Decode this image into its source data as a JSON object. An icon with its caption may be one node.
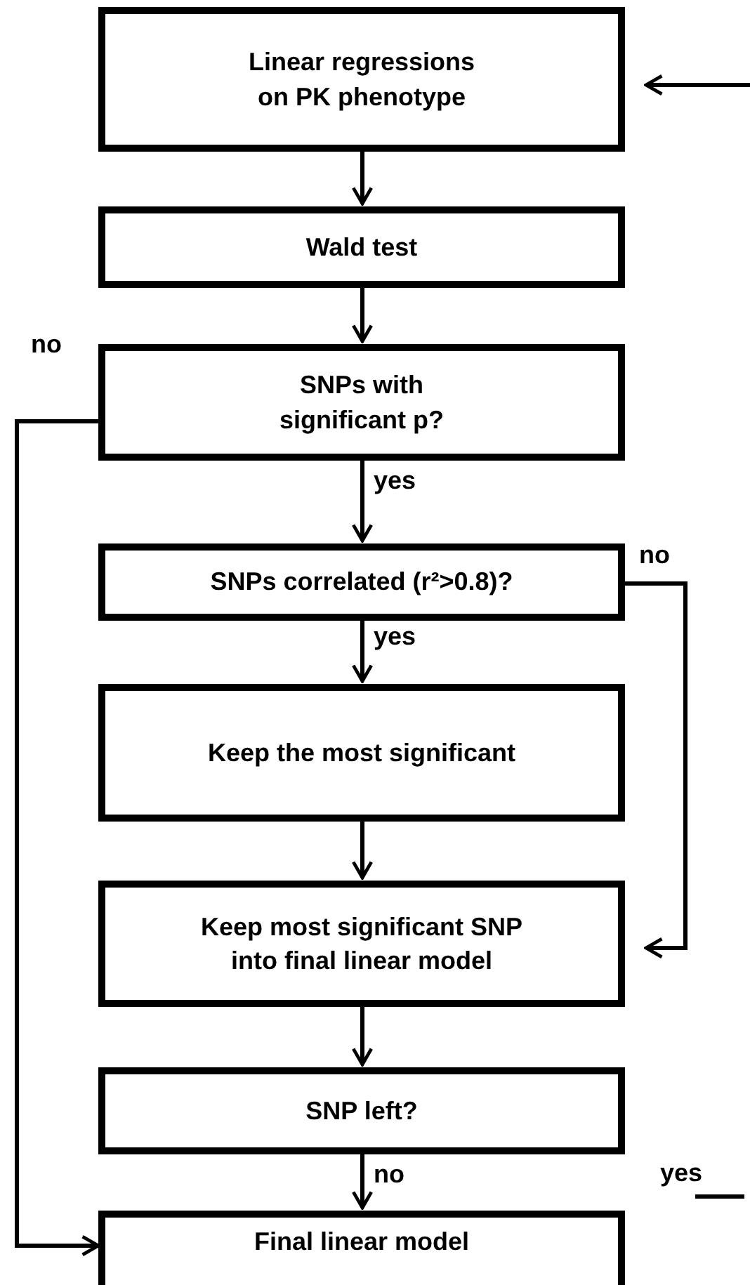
{
  "diagram": {
    "nodes": [
      {
        "text": [
          "Linear regressions on PK phenotype"
        ]
      },
      {
        "text": [
          "Wald test"
        ]
      },
      {
        "text": [
          "SNPs with significant p?"
        ]
      },
      {
        "text": [
          "SNPs correlated (r²>0.8)?"
        ]
      },
      {
        "text": [
          "Keep the most significant"
        ]
      },
      {
        "text": [
          "Keep most significant SNP into final linear model"
        ]
      },
      {
        "text": [
          "SNP left?"
        ]
      },
      {
        "text": [
          "Final linear model"
        ]
      }
    ],
    "edges": [
      {
        "from": 0,
        "to": 1,
        "arrow": "to"
      },
      {
        "from": 1,
        "to": 2,
        "arrow": "to"
      },
      {
        "from": 2,
        "to": 3,
        "arrow": "to",
        "label": "yes"
      },
      {
        "from": 3,
        "to": 4,
        "arrow": "to",
        "label": "yes"
      },
      {
        "from": 4,
        "to": 5,
        "arrow": "to"
      },
      {
        "from": 5,
        "to": 6,
        "arrow": "to"
      },
      {
        "from": 6,
        "to": 7,
        "arrow": "to",
        "label": "no"
      },
      {
        "from": 2,
        "to": 7,
        "arrow": "to",
        "label": "no"
      },
      {
        "from": 3,
        "to": 5,
        "arrow": "to",
        "label": "no"
      },
      {
        "from": null,
        "to": 0,
        "arrow": "to"
      }
    ],
    "labels": [
      "yes"
    ]
  }
}
